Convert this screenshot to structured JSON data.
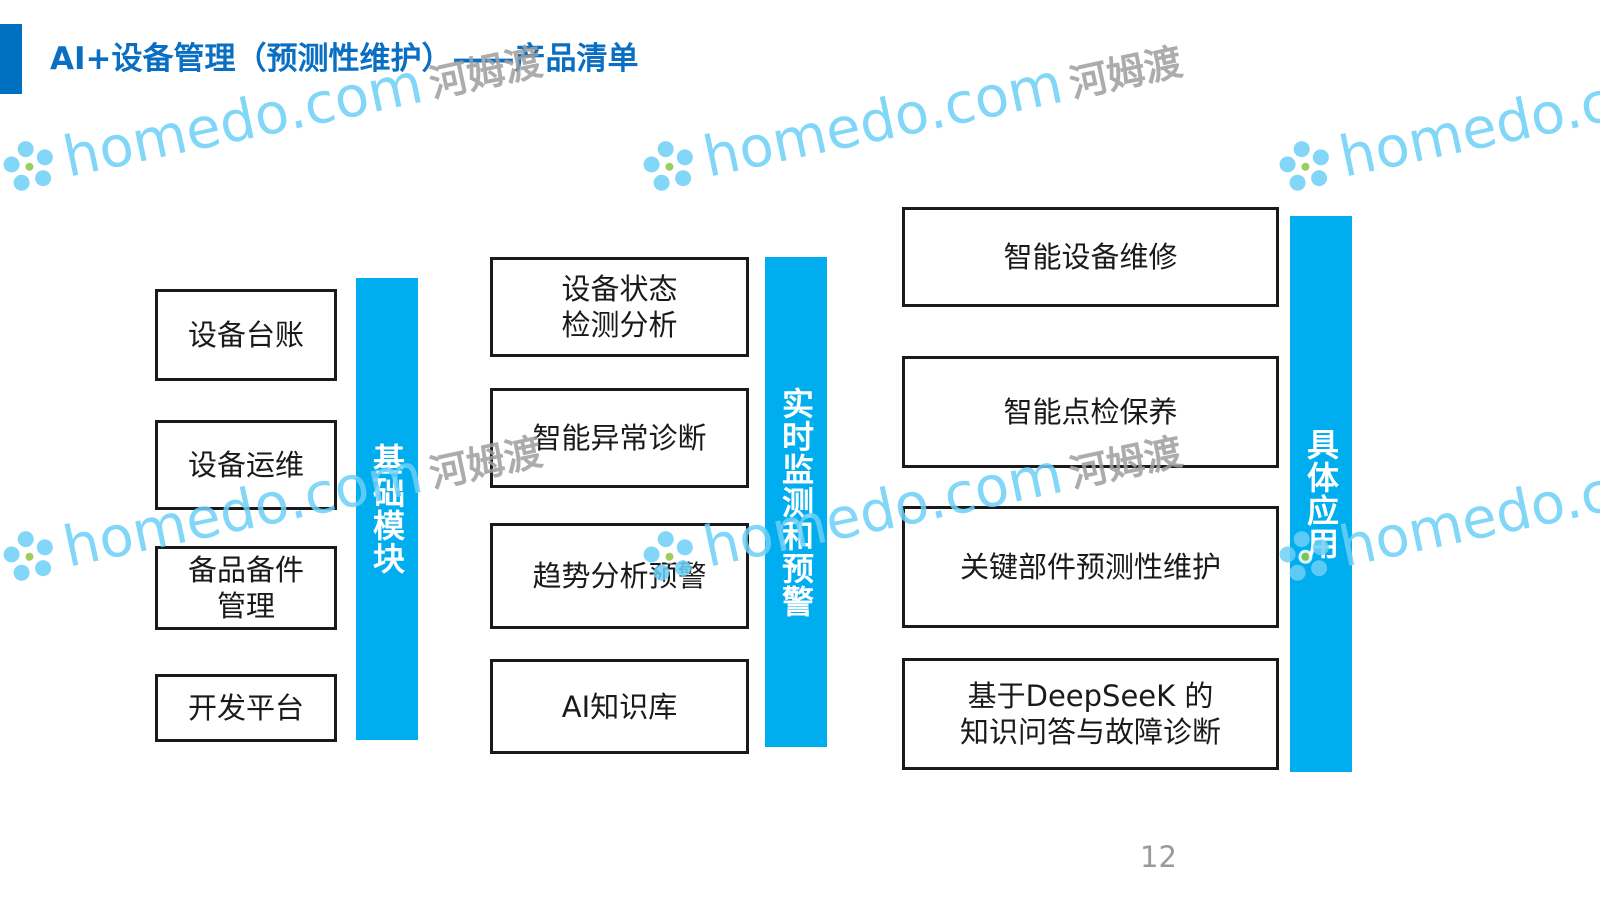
{
  "title": "AI+设备管理（预测性维护）——产品清单",
  "page_number": "12",
  "columns": [
    {
      "header": "基础模块",
      "items": [
        "设备台账",
        "设备运维",
        "备品备件\n管理",
        "开发平台"
      ]
    },
    {
      "header": "实时监测和预警",
      "items": [
        "设备状态\n检测分析",
        "智能异常诊断",
        "趋势分析预警",
        "AI知识库"
      ]
    },
    {
      "header": "具体应用",
      "items": [
        "智能设备维修",
        "智能点检保养",
        "关键部件预测性维护",
        "基于DeepSeeK 的\n知识问答与故障诊断"
      ]
    }
  ],
  "watermark": {
    "brand": "homedo.com",
    "cn": "河姆渡"
  },
  "colors": {
    "title": "#0a6fc2",
    "accent_bar": "#0070c0",
    "column_header": "#00aeef",
    "box_border": "#1a1a1a"
  }
}
